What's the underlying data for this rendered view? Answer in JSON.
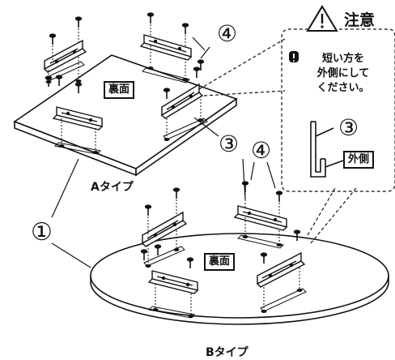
{
  "caution_title": "注意",
  "note_lines": [
    "短い方を",
    "外側にして",
    "ください。"
  ],
  "outside_label": "外側",
  "back_face_label": "裏面",
  "type_a_label": "Aタイプ",
  "type_b_label": "Bタイプ",
  "num_1": "①",
  "num_3": "③",
  "num_4": "④"
}
